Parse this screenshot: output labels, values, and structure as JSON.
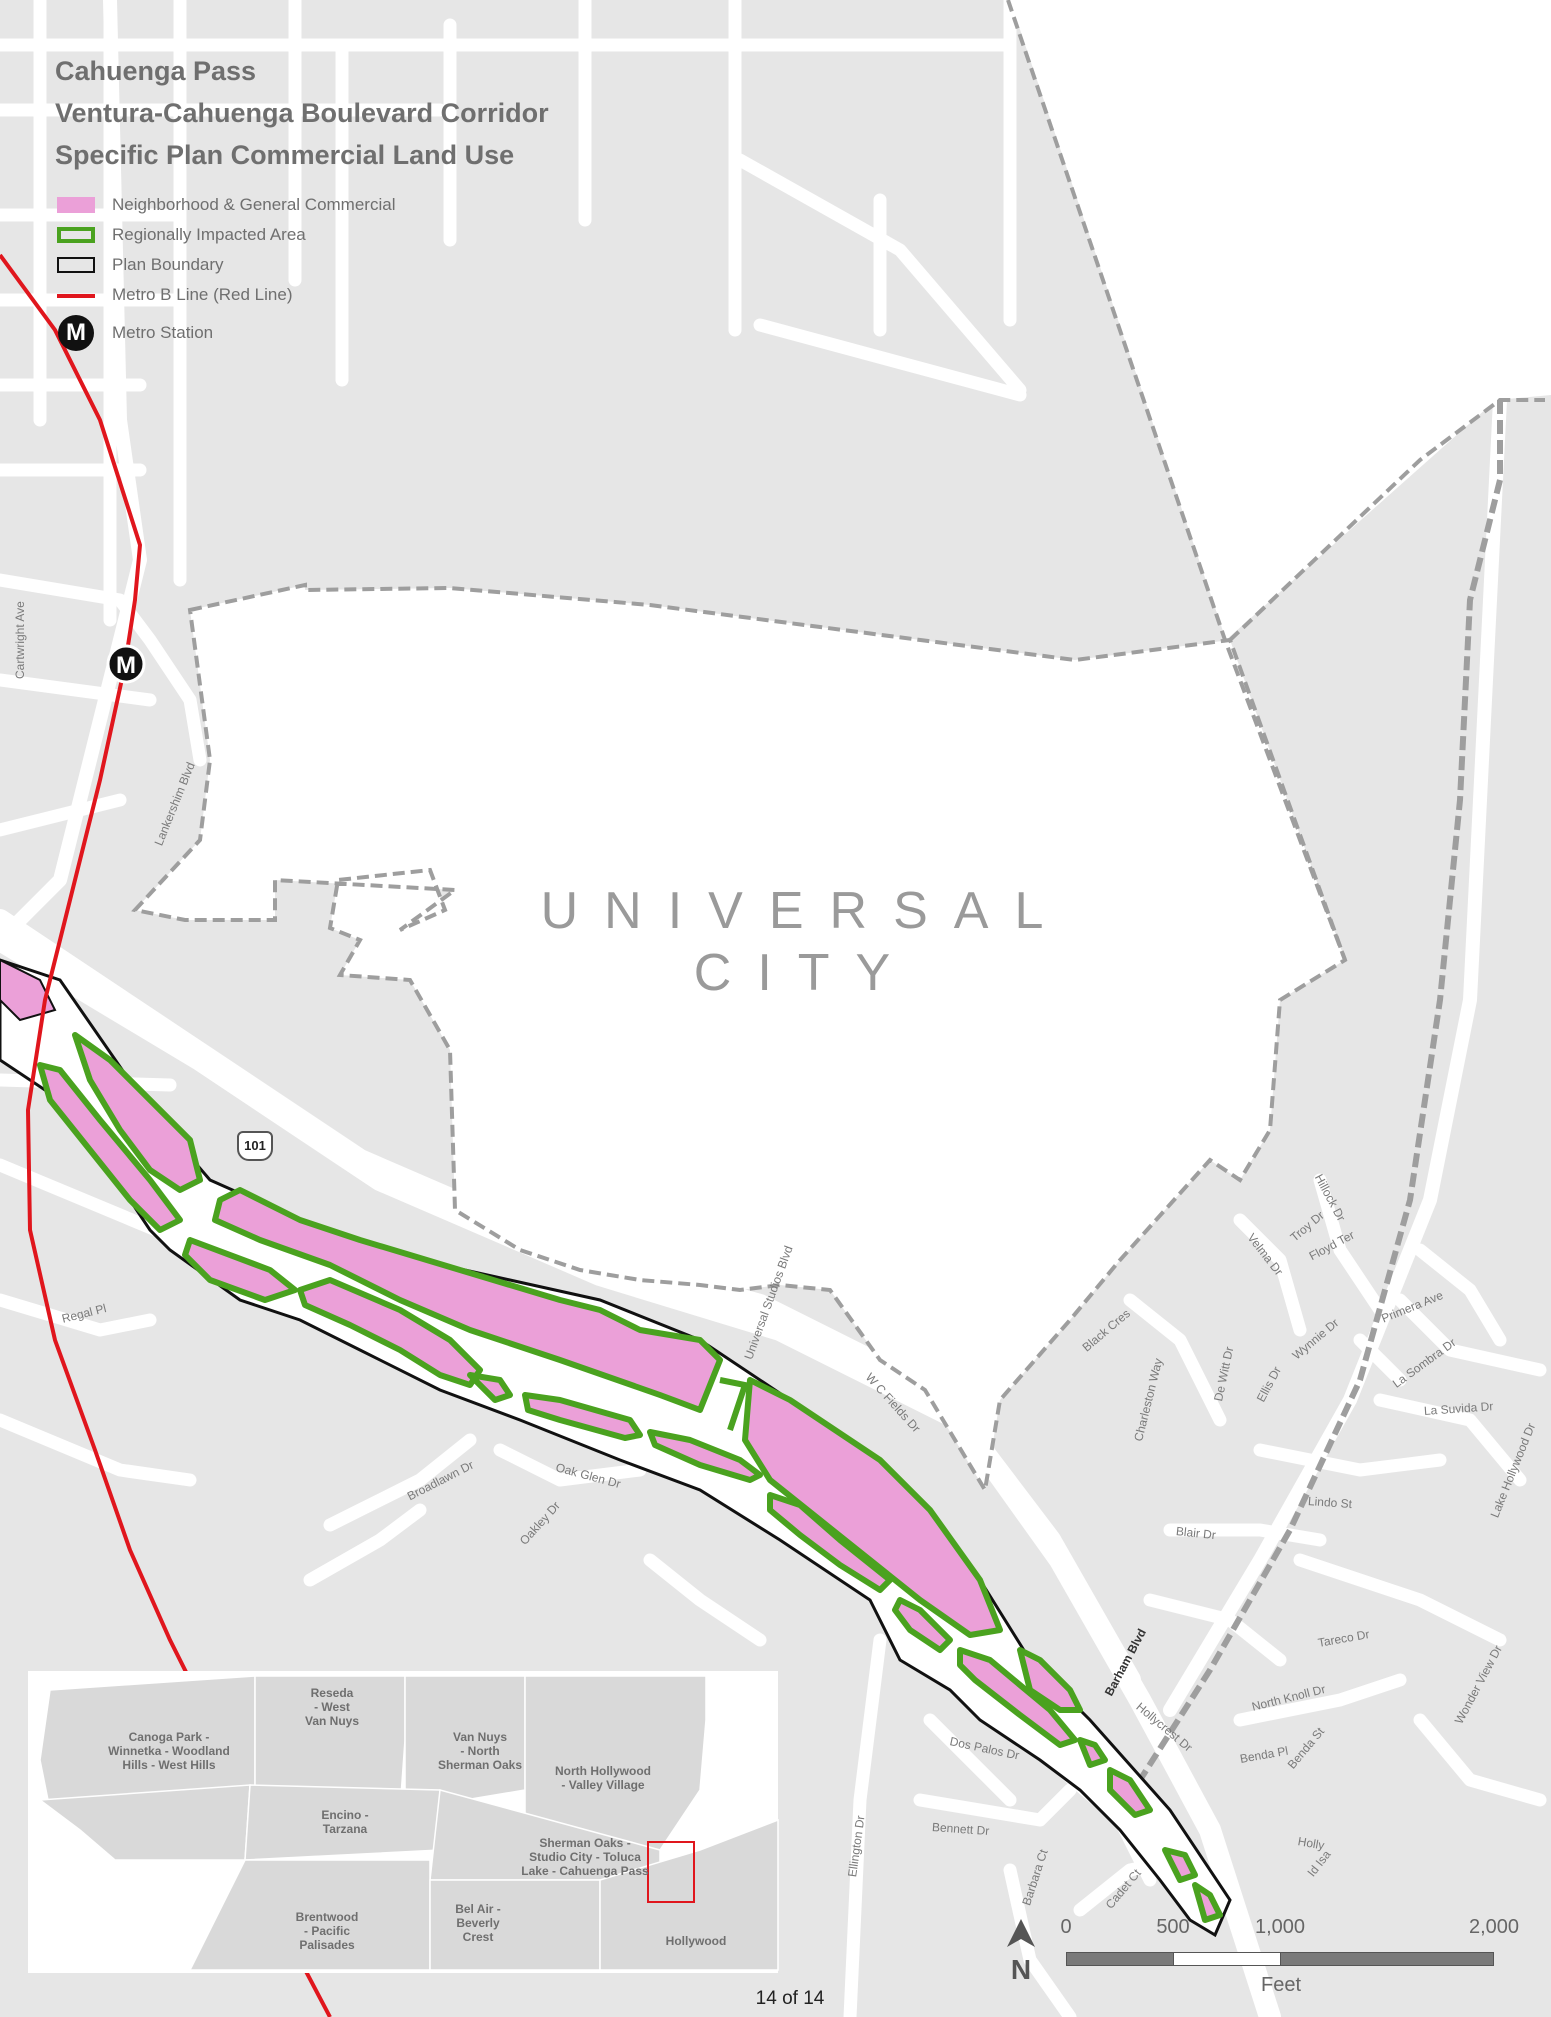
{
  "title": {
    "line1": "Cahuenga Pass",
    "line2": "Ventura-Cahuenga Boulevard Corridor",
    "line3": "Specific Plan Commercial Land Use"
  },
  "legend": {
    "items": [
      {
        "label": "Neighborhood & General Commercial",
        "symbol": "pink-fill"
      },
      {
        "label": "Regionally Impacted Area",
        "symbol": "green-outline"
      },
      {
        "label": "Plan Boundary",
        "symbol": "black-outline"
      },
      {
        "label": "Metro B Line (Red Line)",
        "symbol": "red-line"
      },
      {
        "label": "Metro Station",
        "symbol": "metro-station-icon",
        "glyph": "M"
      }
    ]
  },
  "place_label": {
    "line1": "UNIVERSAL",
    "line2": "CITY"
  },
  "highway_shield": "101",
  "metro_station_glyph": "M",
  "streets": [
    "Cartwright Ave",
    "Lankershim Blvd",
    "Regal Pl",
    "Broadlawn Dr",
    "Oak Glen Dr",
    "Oakley Dr",
    "Universal Studios Blvd",
    "W C Fields Dr",
    "Ellington Dr",
    "Dos Palos Dr",
    "Bennett Dr",
    "Barbara Ct",
    "Cadet Ct",
    "Barham Blvd",
    "Hollycrest Dr",
    "Holly",
    "Id Isa",
    "Benda Pl",
    "Benda St",
    "North Knoll Dr",
    "Tareco Dr",
    "Wonder View Dr",
    "Blair Dr",
    "Lindo St",
    "Lake Hollywood Dr",
    "La Suvida Dr",
    "La Sombra Dr",
    "Primera Ave",
    "Ellis Dr",
    "Wynnie Dr",
    "De Witt Dr",
    "Charleston Way",
    "Black Cres",
    "Velma Dr",
    "Troy Dr",
    "Floyd Ter",
    "Hillock Dr"
  ],
  "inset": {
    "areas": [
      {
        "name": "Reseda\n- West\nVan Nuys"
      },
      {
        "name": "Canoga Park -\nWinnetka - Woodland\nHills - West Hills"
      },
      {
        "name": "Van Nuys\n- North\nSherman Oaks"
      },
      {
        "name": "North Hollywood\n- Valley Village"
      },
      {
        "name": "Encino -\nTarzana"
      },
      {
        "name": "Sherman Oaks -\nStudio City - Toluca\nLake - Cahuenga Pass"
      },
      {
        "name": "Brentwood\n- Pacific\nPalisades"
      },
      {
        "name": "Bel Air -\nBeverly\nCrest"
      },
      {
        "name": "Hollywood"
      }
    ]
  },
  "scale": {
    "ticks": [
      "0",
      "500",
      "1,000",
      "2,000"
    ],
    "unit": "Feet"
  },
  "north_label": "N",
  "page": "14 of 14",
  "colors": {
    "commercial": "#eba0d8",
    "regional": "#4aa21f",
    "boundary": "#111111",
    "metro": "#e0161d",
    "background": "#e6e6e6",
    "roads": "#ffffff",
    "universal_city": "#ffffff",
    "city_limit": "#9e9e9e"
  }
}
